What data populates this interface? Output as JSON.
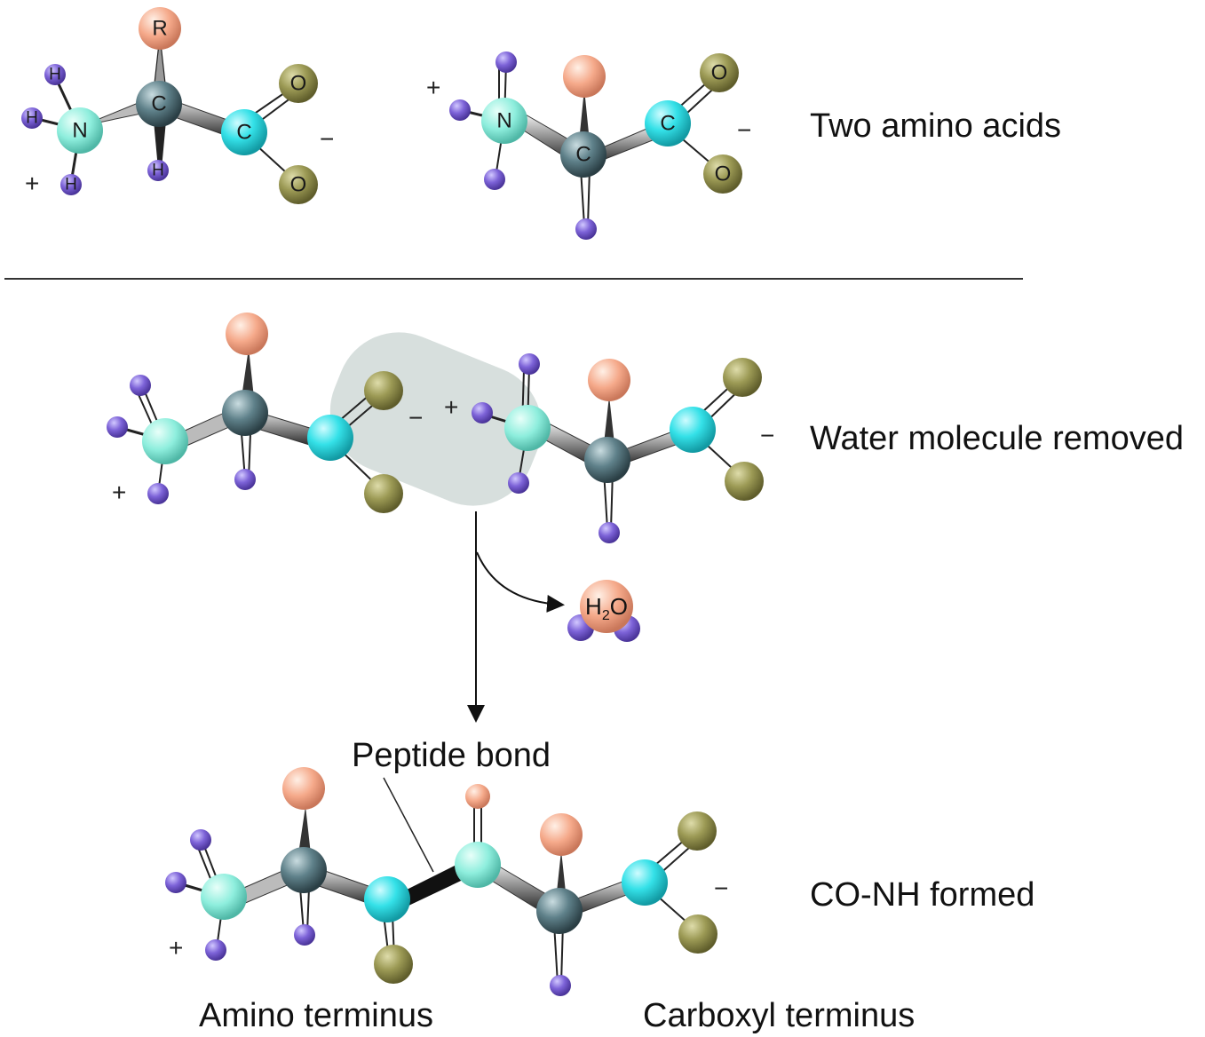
{
  "labels": {
    "two_amino_acids": "Two amino acids",
    "water_removed": "Water molecule removed",
    "co_nh_formed": "CO-NH formed",
    "peptide_bond": "Peptide bond",
    "amino_terminus": "Amino terminus",
    "carboxyl_terminus": "Carboxyl terminus"
  },
  "atom_symbols": {
    "r_group": "R",
    "carbon": "C",
    "nitrogen": "N",
    "oxygen": "O",
    "hydrogen": "H",
    "water_h": "H",
    "water_sub": "2",
    "water_o": "O"
  },
  "charges": {
    "plus": "+",
    "minus": "−"
  },
  "colors": {
    "nitrogen": "#8ff0e0",
    "carbon_alpha": "#5e7f88",
    "carbon_carboxyl": "#36e3ea",
    "oxygen": "#9a9a50",
    "hydrogen": "#7e64d6",
    "r_group": "#f4a88a",
    "highlight": "#c9d4d2"
  }
}
